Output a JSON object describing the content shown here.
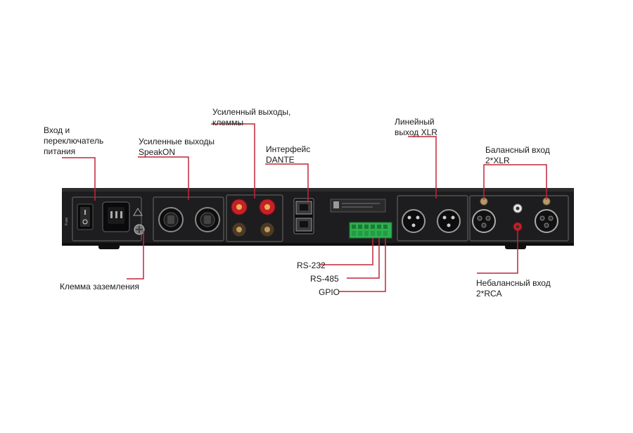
{
  "labels": {
    "power": [
      "Вход и",
      "переключатель",
      "питания"
    ],
    "speakon": [
      "Усиленные выходы",
      "SpeakON"
    ],
    "terminals": [
      "Усиленный выходы,",
      "клеммы"
    ],
    "dante": [
      "Интерфейс",
      "DANTE"
    ],
    "line_out": [
      "Линейный",
      "выход XLR"
    ],
    "balanced_in": [
      "Балансный вход",
      "2*XLR"
    ],
    "ground": "Клемма заземления",
    "rs232": "RS-232",
    "rs485": "RS-485",
    "gpio": "GPIO",
    "unbalanced_in": [
      "Небалансный вход",
      "2*RCA"
    ]
  },
  "colors": {
    "leader_line": "#c0273a",
    "chassis": "#1d1d1f",
    "binding_post_red": "#c8202a",
    "binding_post_black": "#4a3a2a",
    "terminal_block": "#2fb050"
  }
}
